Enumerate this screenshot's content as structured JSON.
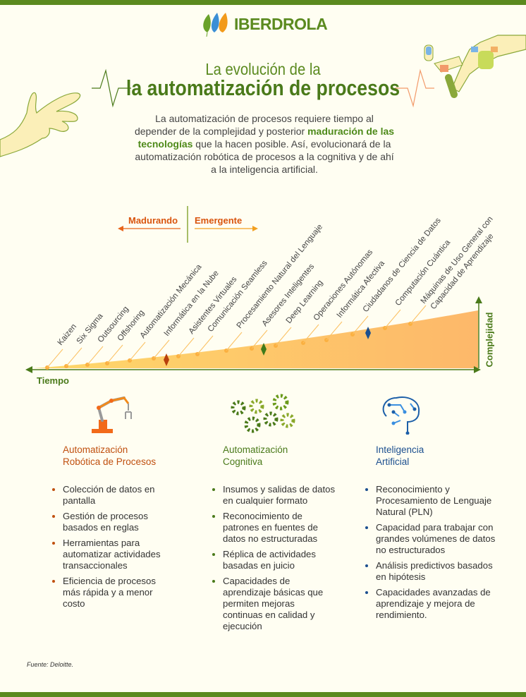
{
  "brand": {
    "name": "IBERDROLA",
    "color": "#5b8a1f"
  },
  "header": {
    "title_line1": "La evolución de la",
    "title_line2": "la automatización de procesos",
    "intro_part1": "La automatización de procesos requiere tiempo al depender de la complejidad y posterior ",
    "intro_highlight": "maduración de las tecnologías",
    "intro_part2": " que la hacen posible. Así, evolucionará de la automatización robótica de procesos a la cognitiva y de ahí a la inteligencia artificial."
  },
  "timeline": {
    "madurando": "Madurando",
    "emergente": "Emergente",
    "x_axis_label": "Tiempo",
    "y_axis_label": "Complejidad",
    "technologies": [
      "Kaizen",
      "Six Sigma",
      "Outsourcing",
      "Offshoring",
      "Automatización Mecánica",
      "Informática en la Nube",
      "Asistentes Virtuales",
      "Comunicación Seamless",
      "Procesamiento Natural del Lenguaje",
      "Asesores Inteligentes",
      "Deep Learning",
      "Operaciones Autónomas",
      "Informática Afectiva",
      "Ciudadanos de Ciencia de Datos",
      "Computación Cuántica",
      "Máquinas de Uso General con",
      "Capacidad de Aprendizaje"
    ],
    "stage_markers": [
      {
        "color": "#b8400c"
      },
      {
        "color": "#3f7a1a"
      },
      {
        "color": "#1c4f8f"
      }
    ]
  },
  "columns": [
    {
      "icon": "robotic-arm-icon",
      "title_line1": "Automatización",
      "title_line2": "Robótica de Procesos",
      "color": "#c0500f",
      "items": [
        "Colección de datos en pantalla",
        "Gestión de procesos basados en reglas",
        "Herramientas para automatizar actividades transaccionales",
        "Eficiencia de procesos más rápida y a menor costo"
      ]
    },
    {
      "icon": "gears-icon",
      "title_line1": "Automatización",
      "title_line2": "Cognitiva",
      "color": "#4a7a1a",
      "items": [
        "Insumos y salidas de datos en cualquier formato",
        "Reconocimiento de patrones en fuentes de datos no estructuradas",
        "Réplica de actividades basadas en juicio",
        "Capacidades de aprendizaje básicas que permiten mejoras continuas en calidad y ejecución"
      ]
    },
    {
      "icon": "circuit-brain-icon",
      "title_line1": "Inteligencia",
      "title_line2": "Artificial",
      "color": "#1c4f8f",
      "items": [
        "Reconocimiento y Procesamiento de Lenguaje Natural (PLN)",
        "Capacidad para trabajar con grandes volúmenes de datos no estructurados",
        "Análisis predictivos basados en hipótesis",
        "Capacidades avanzadas de aprendizaje y mejora de rendimiento."
      ]
    }
  ],
  "footer": {
    "source": "Fuente: Deloitte."
  }
}
